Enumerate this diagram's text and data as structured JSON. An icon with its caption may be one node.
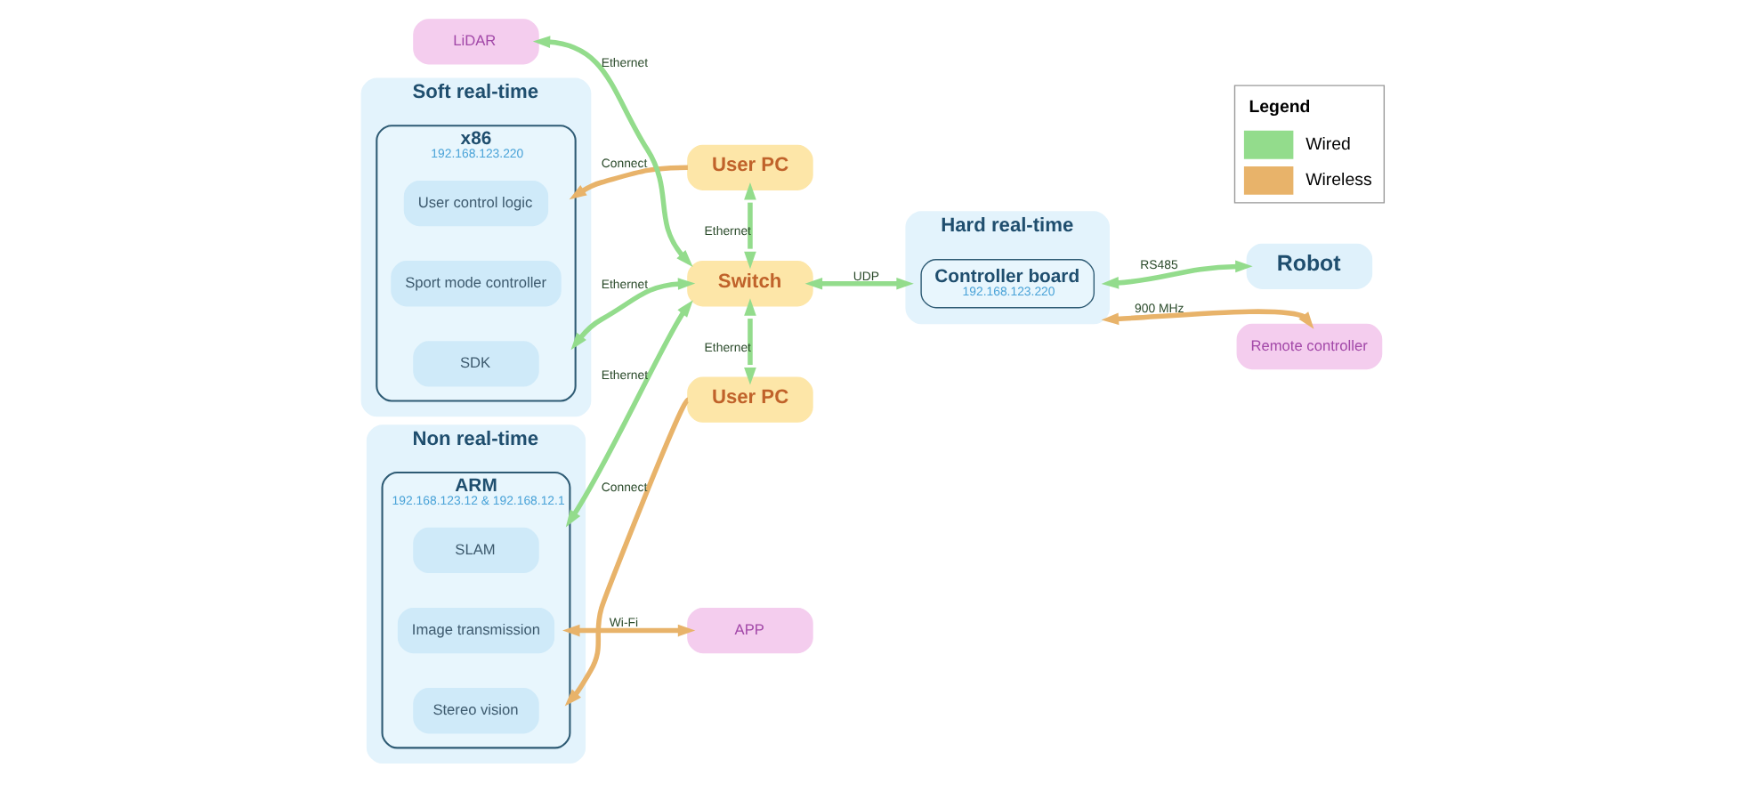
{
  "diagram": {
    "nodes": [
      {
        "text": [
          "Soft real-time"
        ]
      },
      {
        "text": [
          "x86",
          "192.168.123.220"
        ],
        "in": 0
      },
      {
        "text": [
          "User control logic"
        ],
        "in": 1
      },
      {
        "text": [
          "Sport mode controller"
        ],
        "in": 1
      },
      {
        "text": [
          "SDK"
        ],
        "in": 1
      },
      {
        "text": [
          "Non real-time"
        ]
      },
      {
        "text": [
          "ARM",
          "192.168.123.12 & 192.168.12.1"
        ],
        "in": 5
      },
      {
        "text": [
          "SLAM"
        ],
        "in": 6
      },
      {
        "text": [
          "Image transmission"
        ],
        "in": 6
      },
      {
        "text": [
          "Stereo vision"
        ],
        "in": 6
      },
      {
        "text": [
          "User PC"
        ]
      },
      {
        "text": [
          "LiDAR"
        ]
      },
      {
        "text": [
          "Switch"
        ]
      },
      {
        "text": [
          "APP"
        ]
      },
      {
        "text": [
          "User PC"
        ]
      },
      {
        "text": [
          "Hard real-time"
        ]
      },
      {
        "text": [
          "Controller board",
          "192.168.123.220"
        ],
        "in": 15
      },
      {
        "text": [
          "Robot"
        ]
      },
      {
        "text": [
          "Remote controller"
        ]
      }
    ],
    "edges": [
      {
        "from": 10,
        "to": 1,
        "arrow": "to",
        "label": "Connect",
        "color": "#e8b36a"
      },
      {
        "from": 12,
        "to": 1,
        "arrow": "both",
        "label": "Ethernet"
      },
      {
        "from": 12,
        "to": 6,
        "arrow": "both",
        "label": "Ethernet"
      },
      {
        "from": 11,
        "to": 12,
        "arrow": "both",
        "label": "Ethernet"
      },
      {
        "from": 10,
        "to": 12,
        "arrow": "both",
        "label": "Ethernet"
      },
      {
        "from": 6,
        "to": 13,
        "arrow": "both",
        "label": "Wi-Fi",
        "color": "#e8b36a"
      },
      {
        "from": 14,
        "to": 6,
        "arrow": "to",
        "label": "Connect",
        "color": "#e8b36a"
      },
      {
        "from": 12,
        "to": 14,
        "arrow": "both",
        "label": "Ethernet"
      },
      {
        "from": 12,
        "to": 15,
        "arrow": "both",
        "label": "UDP"
      },
      {
        "from": 15,
        "to": 17,
        "arrow": "both",
        "label": "RS485"
      },
      {
        "from": 15,
        "to": 18,
        "arrow": "both",
        "label": "900 MHz",
        "color": "#e8b36a"
      }
    ],
    "labels": [
      "Legend"
    ],
    "legend": [
      {
        "text": "Wired",
        "color": "#93dc8c"
      },
      {
        "text": "Wireless",
        "color": "#e8b36a"
      }
    ]
  }
}
